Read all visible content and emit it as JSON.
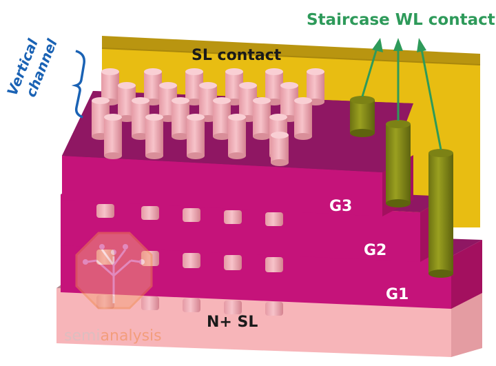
{
  "labels": {
    "sl_contact": "SL contact",
    "staircase": "Staircase WL contact",
    "vertical_channel_line1": "Vertical",
    "vertical_channel_line2": "channel",
    "g3": "G3",
    "g2": "G2",
    "g1": "G1",
    "n_plus_sl": "N+ SL",
    "watermark_part1": "semi",
    "watermark_part2": "analysis"
  },
  "colors": {
    "sl_plate": "#e8bd12",
    "sl_plate_top": "#c9a10e",
    "gate_top": "#8f1763",
    "gate_front": "#c5137a",
    "gate_side": "#a3105f",
    "base_top": "#b07a83",
    "base_front": "#f7b5b9",
    "pillar": "#f3b2bb",
    "pillar_shade": "#d98e99",
    "wl_contact": "#8a8f1a",
    "wl_contact_top": "#6d7212",
    "annotation_green": "#2e9a5a",
    "annotation_blue": "#1a62b4",
    "text_dark": "#1a1a1a",
    "text_white": "#ffffff",
    "watermark": "#f08a4b"
  },
  "icons": {
    "watermark_logo": "tree-chip-logo-icon"
  }
}
